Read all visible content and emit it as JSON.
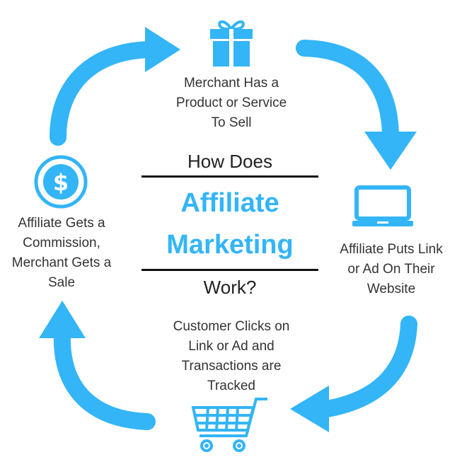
{
  "colors": {
    "accent": "#33b5f7",
    "text": "#333333",
    "rule": "#111111"
  },
  "center": {
    "line1": "How Does",
    "line2": "Affiliate",
    "line3": "Marketing",
    "line4": "Work?"
  },
  "steps": [
    {
      "icon": "gift-icon",
      "lines": [
        "Merchant Has a",
        "Product or Service",
        "To Sell"
      ]
    },
    {
      "icon": "laptop-icon",
      "lines": [
        "Affiliate Puts Link",
        "or Ad On Their",
        "Website"
      ]
    },
    {
      "icon": "shopping-cart-icon",
      "lines": [
        "Customer Clicks on",
        "Link or Ad and",
        "Transactions are",
        "Tracked"
      ]
    },
    {
      "icon": "dollar-coin-icon",
      "lines": [
        "Affiliate Gets a",
        "Commission,",
        "Merchant Gets a",
        "Sale"
      ]
    }
  ]
}
